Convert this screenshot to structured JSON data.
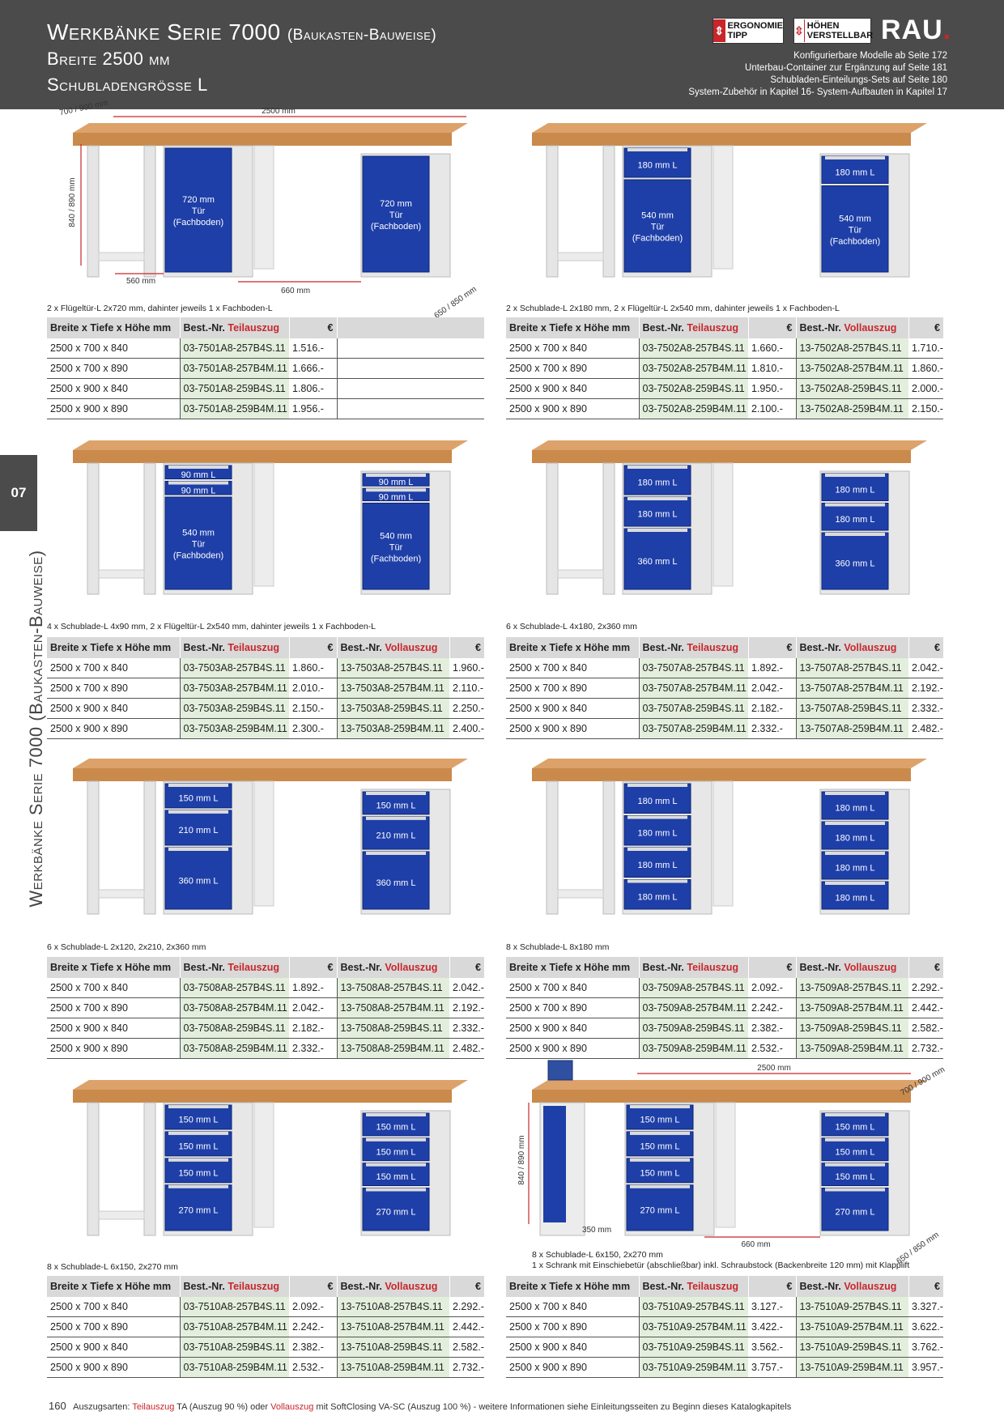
{
  "header": {
    "title": "Werkbänke Serie 7000",
    "title_sub": "(Baukasten-Bauweise)",
    "line2": "Breite 2500 mm",
    "line3": "Schubladengrösse L",
    "badge1": [
      "ERGONOMIE",
      "TIPP"
    ],
    "badge2": [
      "HÖHEN",
      "VERSTELLBAR"
    ],
    "logo": "RAU",
    "info": [
      "Konfigurierbare Modelle ab Seite 172",
      "Unterbau-Container zur Ergänzung auf Seite 181",
      "Schubladen-Einteilungs-Sets auf Seite 180",
      "System-Zubehör in Kapitel 16- System-Aufbauten in Kapitel 17"
    ]
  },
  "side": {
    "tab": "07",
    "text": "Werkbänke Serie 7000 (Baukasten-Bauweise)"
  },
  "table_headers": {
    "size": "Breite x Tiefe x Höhe mm",
    "best": "Best.-Nr.",
    "teil": "Teilauszug",
    "voll": "Vollauszug",
    "eur": "€"
  },
  "colors": {
    "accent": "#c8262b",
    "drawer": "#1e3fa8",
    "header_bg": "#4b4b4b",
    "price_bg": "#e3efdc"
  },
  "products": [
    {
      "caption": [
        "2 x Flügeltür-L 2x720 mm, dahinter jeweils 1 x Fachboden-L"
      ],
      "dims": [
        "700 / 900 mm",
        "2500 mm",
        "840 / 890 mm",
        "560 mm",
        "660 mm",
        "650 / 850 mm"
      ],
      "left_cab": [
        "720 mm Tür (Fachboden)"
      ],
      "right_cab": [
        "720 mm Tür (Fachboden)"
      ],
      "rows": [
        {
          "size": "2500 x 700 x 840",
          "n1": "03-7501A8-257B4S.11",
          "p1": "1.516.-"
        },
        {
          "size": "2500 x 700 x 890",
          "n1": "03-7501A8-257B4M.11",
          "p1": "1.666.-"
        },
        {
          "size": "2500 x 900 x 840",
          "n1": "03-7501A8-259B4S.11",
          "p1": "1.806.-"
        },
        {
          "size": "2500 x 900 x 890",
          "n1": "03-7501A8-259B4M.11",
          "p1": "1.956.-"
        }
      ]
    },
    {
      "caption": [
        "2 x Schublade-L 2x180 mm, 2 x Flügeltür-L 2x540 mm, dahinter jeweils 1 x Fachboden-L"
      ],
      "left_cab": [
        "180 mm L",
        "540 mm Tür (Fachboden)"
      ],
      "right_cab": [
        "180 mm L",
        "540 mm Tür (Fachboden)"
      ],
      "rows": [
        {
          "size": "2500 x 700 x 840",
          "n1": "03-7502A8-257B4S.11",
          "p1": "1.660.-",
          "n2": "13-7502A8-257B4S.11",
          "p2": "1.710.-"
        },
        {
          "size": "2500 x 700 x 890",
          "n1": "03-7502A8-257B4M.11",
          "p1": "1.810.-",
          "n2": "13-7502A8-257B4M.11",
          "p2": "1.860.-"
        },
        {
          "size": "2500 x 900 x 840",
          "n1": "03-7502A8-259B4S.11",
          "p1": "1.950.-",
          "n2": "13-7502A8-259B4S.11",
          "p2": "2.000.-"
        },
        {
          "size": "2500 x 900 x 890",
          "n1": "03-7502A8-259B4M.11",
          "p1": "2.100.-",
          "n2": "13-7502A8-259B4M.11",
          "p2": "2.150.-"
        }
      ]
    },
    {
      "caption": [
        "4 x Schublade-L 4x90 mm, 2 x Flügeltür-L 2x540 mm, dahinter jeweils 1 x Fachboden-L"
      ],
      "left_cab": [
        "90 mm L",
        "90 mm L",
        "540 mm Tür (Fachboden)"
      ],
      "right_cab": [
        "90 mm L",
        "90 mm L",
        "540 mm Tür (Fachboden)"
      ],
      "rows": [
        {
          "size": "2500 x 700 x 840",
          "n1": "03-7503A8-257B4S.11",
          "p1": "1.860.-",
          "n2": "13-7503A8-257B4S.11",
          "p2": "1.960.-"
        },
        {
          "size": "2500 x 700 x 890",
          "n1": "03-7503A8-257B4M.11",
          "p1": "2.010.-",
          "n2": "13-7503A8-257B4M.11",
          "p2": "2.110.-"
        },
        {
          "size": "2500 x 900 x 840",
          "n1": "03-7503A8-259B4S.11",
          "p1": "2.150.-",
          "n2": "13-7503A8-259B4S.11",
          "p2": "2.250.-"
        },
        {
          "size": "2500 x 900 x 890",
          "n1": "03-7503A8-259B4M.11",
          "p1": "2.300.-",
          "n2": "13-7503A8-259B4M.11",
          "p2": "2.400.-"
        }
      ]
    },
    {
      "caption": [
        "6 x Schublade-L 4x180, 2x360 mm"
      ],
      "left_cab": [
        "180 mm L",
        "180 mm L",
        "360 mm L"
      ],
      "right_cab": [
        "180 mm L",
        "180 mm L",
        "360 mm L"
      ],
      "rows": [
        {
          "size": "2500 x 700 x 840",
          "n1": "03-7507A8-257B4S.11",
          "p1": "1.892.-",
          "n2": "13-7507A8-257B4S.11",
          "p2": "2.042.-"
        },
        {
          "size": "2500 x 700 x 890",
          "n1": "03-7507A8-257B4M.11",
          "p1": "2.042.-",
          "n2": "13-7507A8-257B4M.11",
          "p2": "2.192.-"
        },
        {
          "size": "2500 x 900 x 840",
          "n1": "03-7507A8-259B4S.11",
          "p1": "2.182.-",
          "n2": "13-7507A8-259B4S.11",
          "p2": "2.332.-"
        },
        {
          "size": "2500 x 900 x 890",
          "n1": "03-7507A8-259B4M.11",
          "p1": "2.332.-",
          "n2": "13-7507A8-259B4M.11",
          "p2": "2.482.-"
        }
      ]
    },
    {
      "caption": [
        "6 x Schublade-L 2x120, 2x210, 2x360 mm"
      ],
      "left_cab": [
        "150 mm L",
        "210 mm L",
        "360 mm L"
      ],
      "right_cab": [
        "150 mm L",
        "210 mm L",
        "360 mm L"
      ],
      "rows": [
        {
          "size": "2500 x 700 x 840",
          "n1": "03-7508A8-257B4S.11",
          "p1": "1.892.-",
          "n2": "13-7508A8-257B4S.11",
          "p2": "2.042.-"
        },
        {
          "size": "2500 x 700 x 890",
          "n1": "03-7508A8-257B4M.11",
          "p1": "2.042.-",
          "n2": "13-7508A8-257B4M.11",
          "p2": "2.192.-"
        },
        {
          "size": "2500 x 900 x 840",
          "n1": "03-7508A8-259B4S.11",
          "p1": "2.182.-",
          "n2": "13-7508A8-259B4S.11",
          "p2": "2.332.-"
        },
        {
          "size": "2500 x 900 x 890",
          "n1": "03-7508A8-259B4M.11",
          "p1": "2.332.-",
          "n2": "13-7508A8-259B4M.11",
          "p2": "2.482.-"
        }
      ]
    },
    {
      "caption": [
        "8 x Schublade-L 8x180 mm"
      ],
      "left_cab": [
        "180 mm L",
        "180 mm L",
        "180 mm L",
        "180 mm L"
      ],
      "right_cab": [
        "180 mm L",
        "180 mm L",
        "180 mm L",
        "180 mm L"
      ],
      "rows": [
        {
          "size": "2500 x 700 x 840",
          "n1": "03-7509A8-257B4S.11",
          "p1": "2.092.-",
          "n2": "13-7509A8-257B4S.11",
          "p2": "2.292.-"
        },
        {
          "size": "2500 x 700 x 890",
          "n1": "03-7509A8-257B4M.11",
          "p1": "2.242.-",
          "n2": "13-7509A8-257B4M.11",
          "p2": "2.442.-"
        },
        {
          "size": "2500 x 900 x 840",
          "n1": "03-7509A8-259B4S.11",
          "p1": "2.382.-",
          "n2": "13-7509A8-259B4S.11",
          "p2": "2.582.-"
        },
        {
          "size": "2500 x 900 x 890",
          "n1": "03-7509A8-259B4M.11",
          "p1": "2.532.-",
          "n2": "13-7509A8-259B4M.11",
          "p2": "2.732.-"
        }
      ]
    },
    {
      "caption": [
        "8 x Schublade-L 6x150, 2x270 mm"
      ],
      "left_cab": [
        "150 mm L",
        "150 mm L",
        "150 mm L",
        "270 mm L"
      ],
      "right_cab": [
        "150 mm L",
        "150 mm L",
        "150 mm L",
        "270 mm L"
      ],
      "rows": [
        {
          "size": "2500 x 700 x 840",
          "n1": "03-7510A8-257B4S.11",
          "p1": "2.092.-",
          "n2": "13-7510A8-257B4S.11",
          "p2": "2.292.-"
        },
        {
          "size": "2500 x 700 x 890",
          "n1": "03-7510A8-257B4M.11",
          "p1": "2.242.-",
          "n2": "13-7510A8-257B4M.11",
          "p2": "2.442.-"
        },
        {
          "size": "2500 x 900 x 840",
          "n1": "03-7510A8-259B4S.11",
          "p1": "2.382.-",
          "n2": "13-7510A8-259B4S.11",
          "p2": "2.582.-"
        },
        {
          "size": "2500 x 900 x 890",
          "n1": "03-7510A8-259B4M.11",
          "p1": "2.532.-",
          "n2": "13-7510A8-259B4M.11",
          "p2": "2.732.-"
        }
      ]
    },
    {
      "caption": [
        "8 x Schublade-L 6x150, 2x270 mm",
        "1 x Schrank mit Einschiebetür (abschließbar) inkl. Schraubstock (Backenbreite 120 mm) mit Klapplift"
      ],
      "dims": [
        "2500 mm",
        "700 / 900 mm",
        "840 / 890 mm",
        "350 mm",
        "660 mm",
        "650 / 850 mm"
      ],
      "left_cab": [
        "150 mm L",
        "150 mm L",
        "150 mm L",
        "270 mm L"
      ],
      "right_cab": [
        "150 mm L",
        "150 mm L",
        "150 mm L",
        "270 mm L"
      ],
      "rows": [
        {
          "size": "2500 x 700 x 840",
          "n1": "03-7510A9-257B4S.11",
          "p1": "3.127.-",
          "n2": "13-7510A9-257B4S.11",
          "p2": "3.327.-"
        },
        {
          "size": "2500 x 700 x 890",
          "n1": "03-7510A9-257B4M.11",
          "p1": "3.422.-",
          "n2": "13-7510A9-257B4M.11",
          "p2": "3.622.-"
        },
        {
          "size": "2500 x 900 x 840",
          "n1": "03-7510A9-259B4S.11",
          "p1": "3.562.-",
          "n2": "13-7510A9-259B4S.11",
          "p2": "3.762.-"
        },
        {
          "size": "2500 x 900 x 890",
          "n1": "03-7510A9-259B4M.11",
          "p1": "3.757.-",
          "n2": "13-7510A9-259B4M.11",
          "p2": "3.957.-"
        }
      ]
    }
  ],
  "footer": {
    "page": "160",
    "pre": "Auszugsarten: ",
    "teil": "Teilauszug",
    "mid": " TA (Auszug 90 %)  oder  ",
    "voll": "Vollauszug",
    "post": " mit SoftClosing VA-SC (Auszug 100 %)  -  weitere Informationen siehe Einleitungsseiten zu Beginn dieses Katalogkapitels"
  }
}
